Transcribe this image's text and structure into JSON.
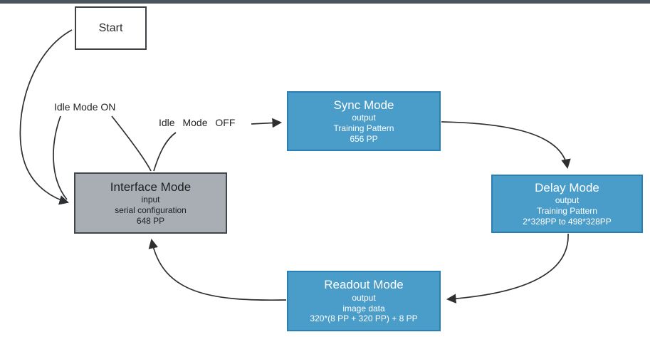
{
  "page": {
    "background_color": "#ffffff",
    "top_bar_color": "#4a545c"
  },
  "colors": {
    "blue_box_fill": "#4a9cc9",
    "blue_box_border": "#2a80b4",
    "gray_box_fill": "#a9aeb4",
    "gray_box_border": "#41464b",
    "line_color": "#2d2f31"
  },
  "nodes": {
    "start": {
      "title": "Start"
    },
    "interface": {
      "title": "Interface Mode",
      "lines": [
        "input",
        "serial configuration",
        "648 PP"
      ]
    },
    "sync": {
      "title": "Sync Mode",
      "lines": [
        "output",
        "Training Pattern",
        "656 PP"
      ]
    },
    "delay": {
      "title": "Delay Mode",
      "lines": [
        "output",
        "Training Pattern",
        "2*328PP to 498*328PP"
      ]
    },
    "readout": {
      "title": "Readout Mode",
      "lines": [
        "output",
        "image data",
        "320*(8 PP + 320 PP) + 8 PP"
      ]
    }
  },
  "edges": [
    {
      "name": "start-to-interface",
      "from": "start",
      "to": "interface",
      "label": ""
    },
    {
      "name": "interface-self-loop-idle-on",
      "from": "interface",
      "to": "interface",
      "label": "Idle Mode ON"
    },
    {
      "name": "interface-to-sync-idle-off",
      "from": "interface",
      "to": "sync",
      "label": "Idle Mode OFF"
    },
    {
      "name": "sync-to-delay",
      "from": "sync",
      "to": "delay",
      "label": ""
    },
    {
      "name": "delay-to-readout",
      "from": "delay",
      "to": "readout",
      "label": ""
    },
    {
      "name": "readout-to-interface",
      "from": "readout",
      "to": "interface",
      "label": ""
    }
  ]
}
